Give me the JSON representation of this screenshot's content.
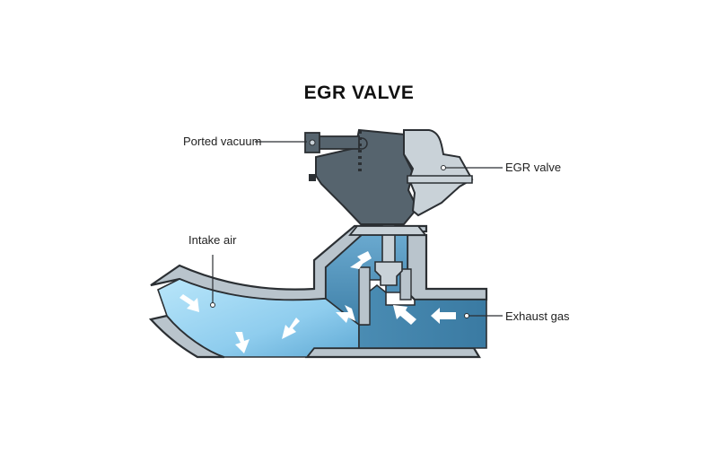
{
  "diagram": {
    "title": "EGR VALVE",
    "labels": {
      "ported_vacuum": "Ported vacuum",
      "egr_valve": "EGR valve",
      "intake_air": "Intake air",
      "exhaust_gas": "Exhaust gas"
    }
  },
  "colors": {
    "outline": "#2b2f33",
    "casing": "#b9c4cc",
    "valve_dark": "#56646e",
    "valve_light": "#c9d2d8",
    "intake_air": "#a9dcf4",
    "exhaust_gas": "#3d7fa6",
    "arrow": "#ffffff"
  },
  "icons": [
    "flow-arrow-icon",
    "callout-dot-icon"
  ]
}
